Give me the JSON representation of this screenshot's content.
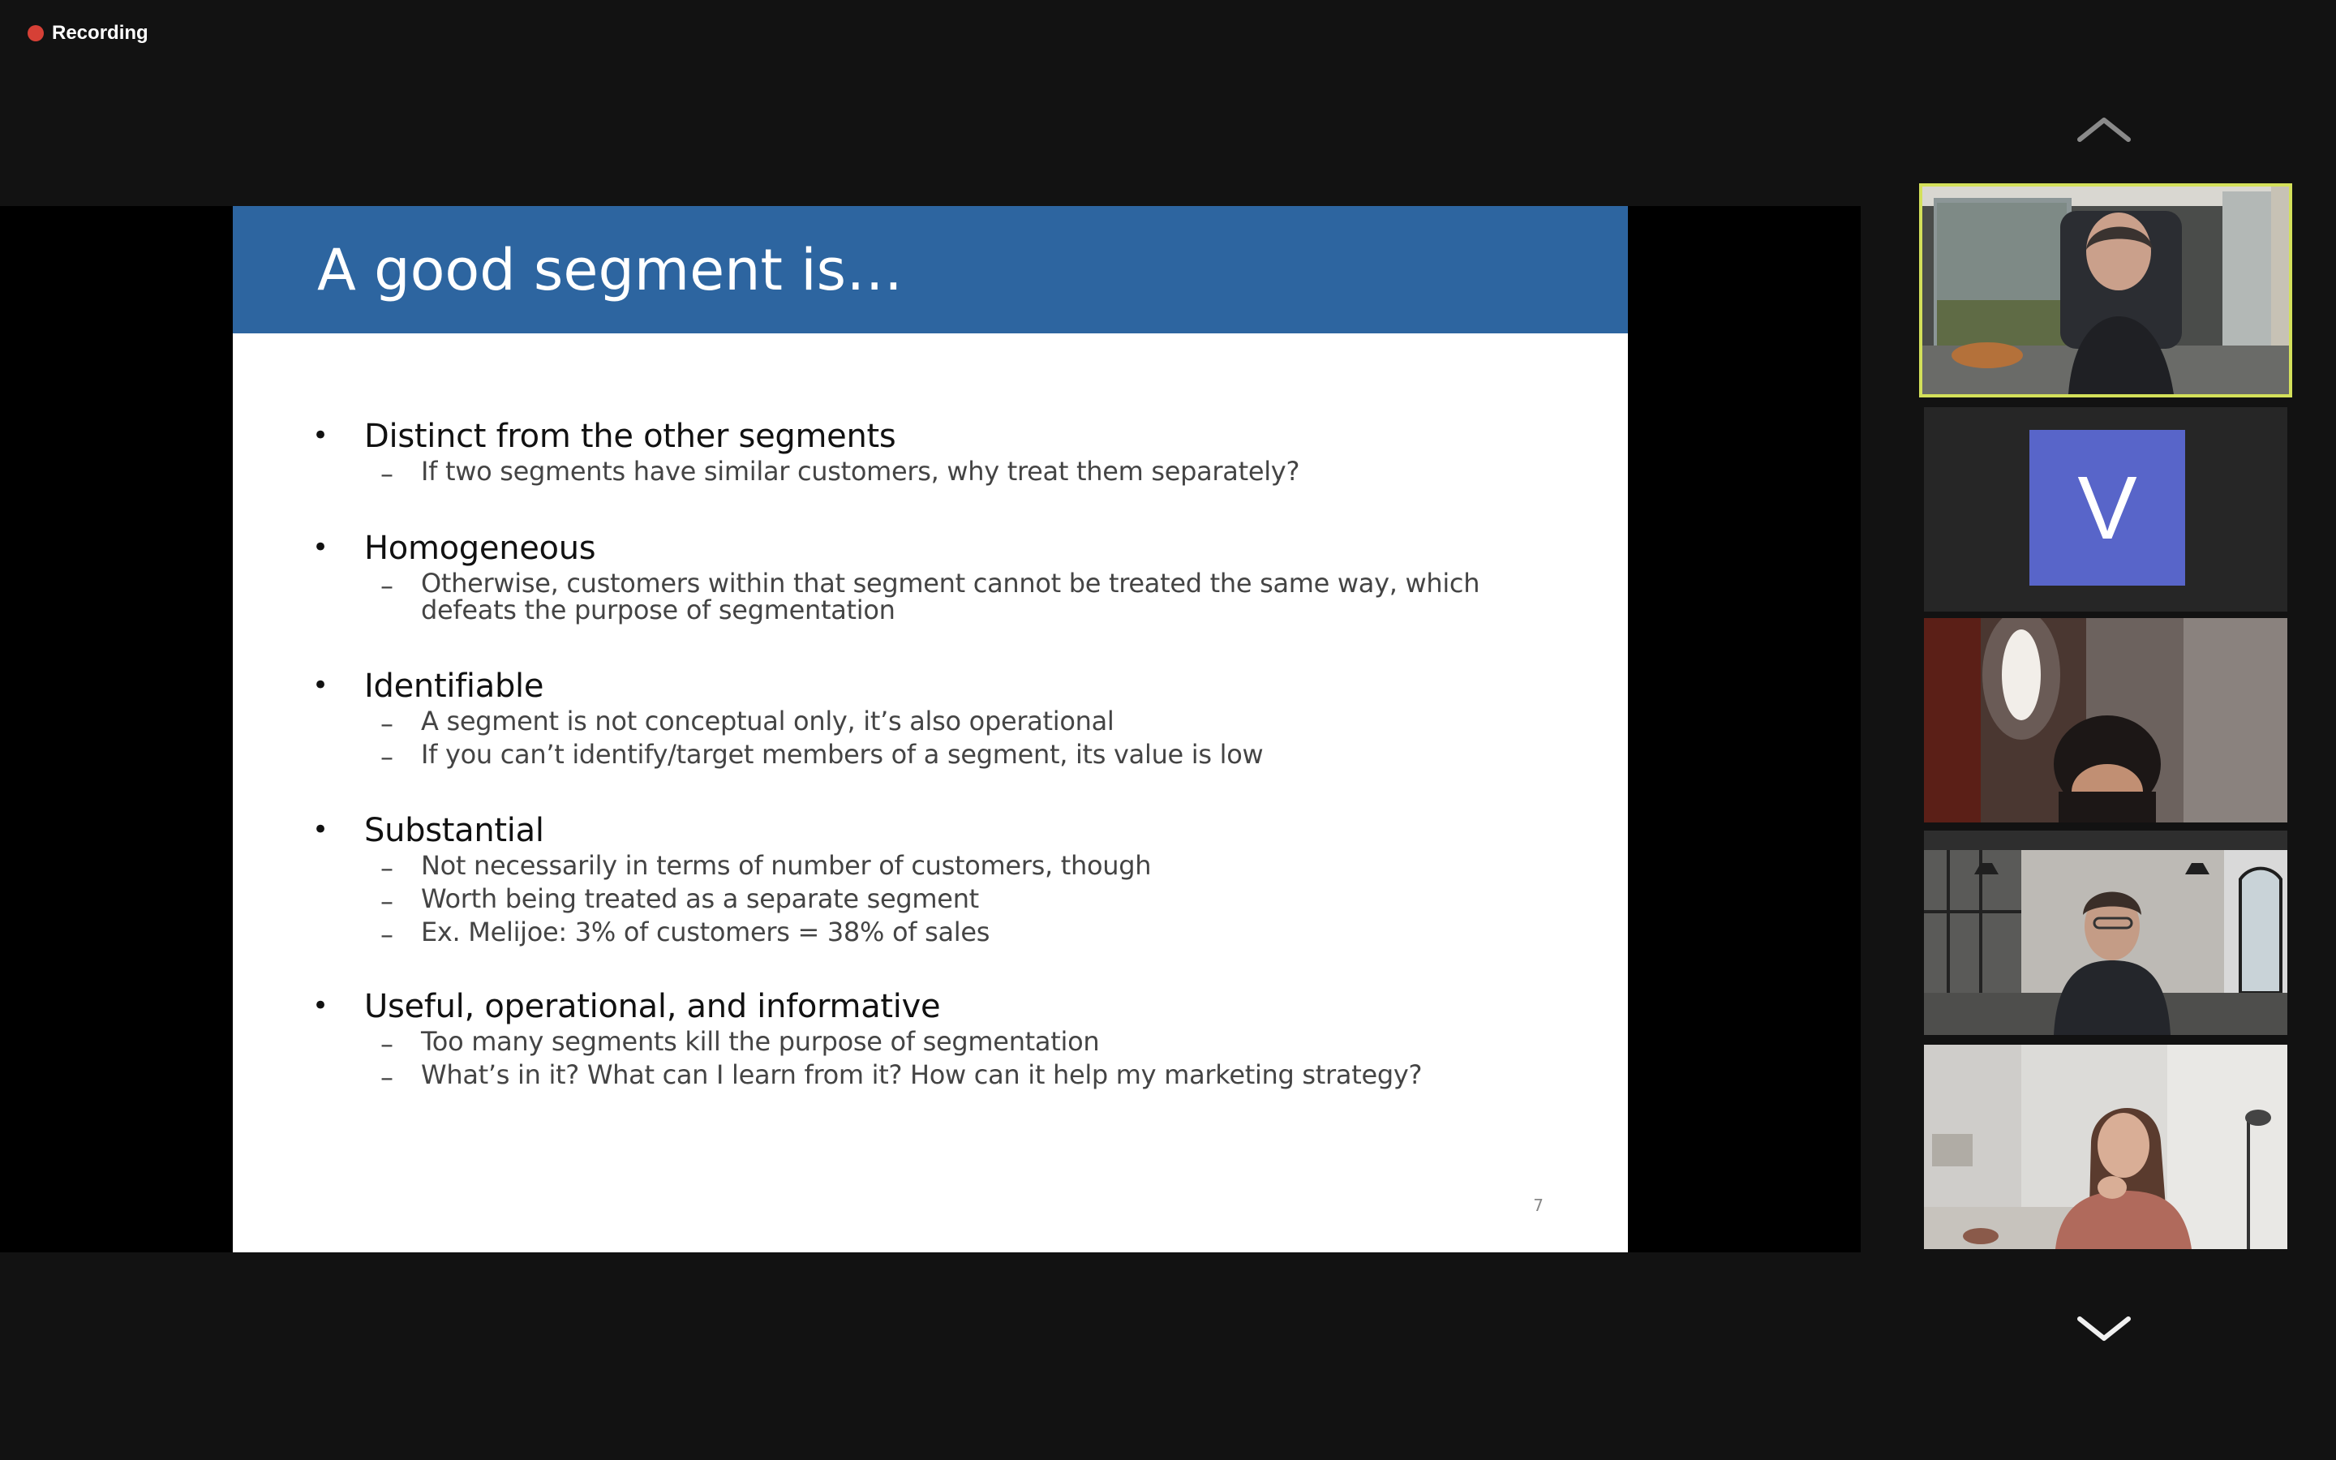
{
  "recording": {
    "label": "Recording",
    "color": "#d64036"
  },
  "slide": {
    "title": "A good segment is…",
    "header_color": "#2d65a0",
    "page_number": "7",
    "bullets": [
      {
        "strong": "Distinct",
        "rest": " from the other segments",
        "subs": [
          "If two segments have similar customers, why treat them separately?"
        ]
      },
      {
        "strong": "Homogeneous",
        "rest": "",
        "subs": [
          "Otherwise, customers within that segment cannot be treated the same way, which defeats the purpose of segmentation"
        ]
      },
      {
        "strong": "Identifiable",
        "rest": "",
        "subs": [
          "A segment is not conceptual only, it’s also operational",
          "If you can’t identify/target members of a segment, its value is low"
        ]
      },
      {
        "strong": "Substantial",
        "rest": "",
        "subs": [
          "Not necessarily in terms of number of customers, though",
          "Worth being treated as a separate segment",
          "Ex. Melijoe: 3% of customers = 38% of sales"
        ]
      },
      {
        "strong": "Useful",
        "rest": ", operational, and informative",
        "subs": [
          "Too many segments kill the purpose of segmentation",
          "What’s in it? What can I learn from it? How can it help my marketing strategy?"
        ]
      }
    ]
  },
  "gallery": {
    "scroll_up_icon": "chevron-up-icon",
    "scroll_down_icon": "chevron-down-icon",
    "active_border_color": "#d3e05a",
    "avatar": {
      "letter": "V",
      "color": "#5865c9"
    },
    "video_tiles": [
      "participant-video-1",
      "participant-video-3",
      "participant-video-4",
      "participant-video-5"
    ]
  }
}
